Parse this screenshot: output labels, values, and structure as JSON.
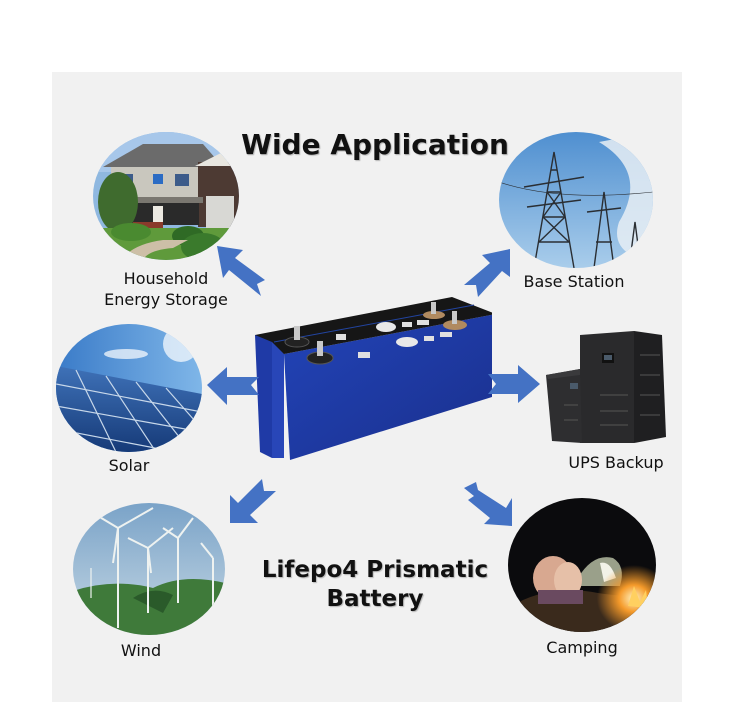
{
  "main_title": "Wide Application",
  "product_title_line1": "Lifepo4 Prismatic",
  "product_title_line2": "Battery",
  "accent_color": "#4472c4",
  "applications": [
    {
      "id": "household",
      "label_line1": "Household",
      "label_line2": "Energy Storage",
      "image": "house-photo"
    },
    {
      "id": "base-station",
      "label": "Base Station",
      "image": "power-tower-photo"
    },
    {
      "id": "solar",
      "label": "Solar",
      "image": "solar-panel-photo"
    },
    {
      "id": "ups",
      "label": "UPS Backup",
      "image": "ups-cabinet-photo"
    },
    {
      "id": "wind",
      "label": "Wind",
      "image": "wind-turbine-photo"
    },
    {
      "id": "camping",
      "label": "Camping",
      "image": "campfire-photo"
    }
  ],
  "center_image": "prismatic-battery-cells-photo"
}
